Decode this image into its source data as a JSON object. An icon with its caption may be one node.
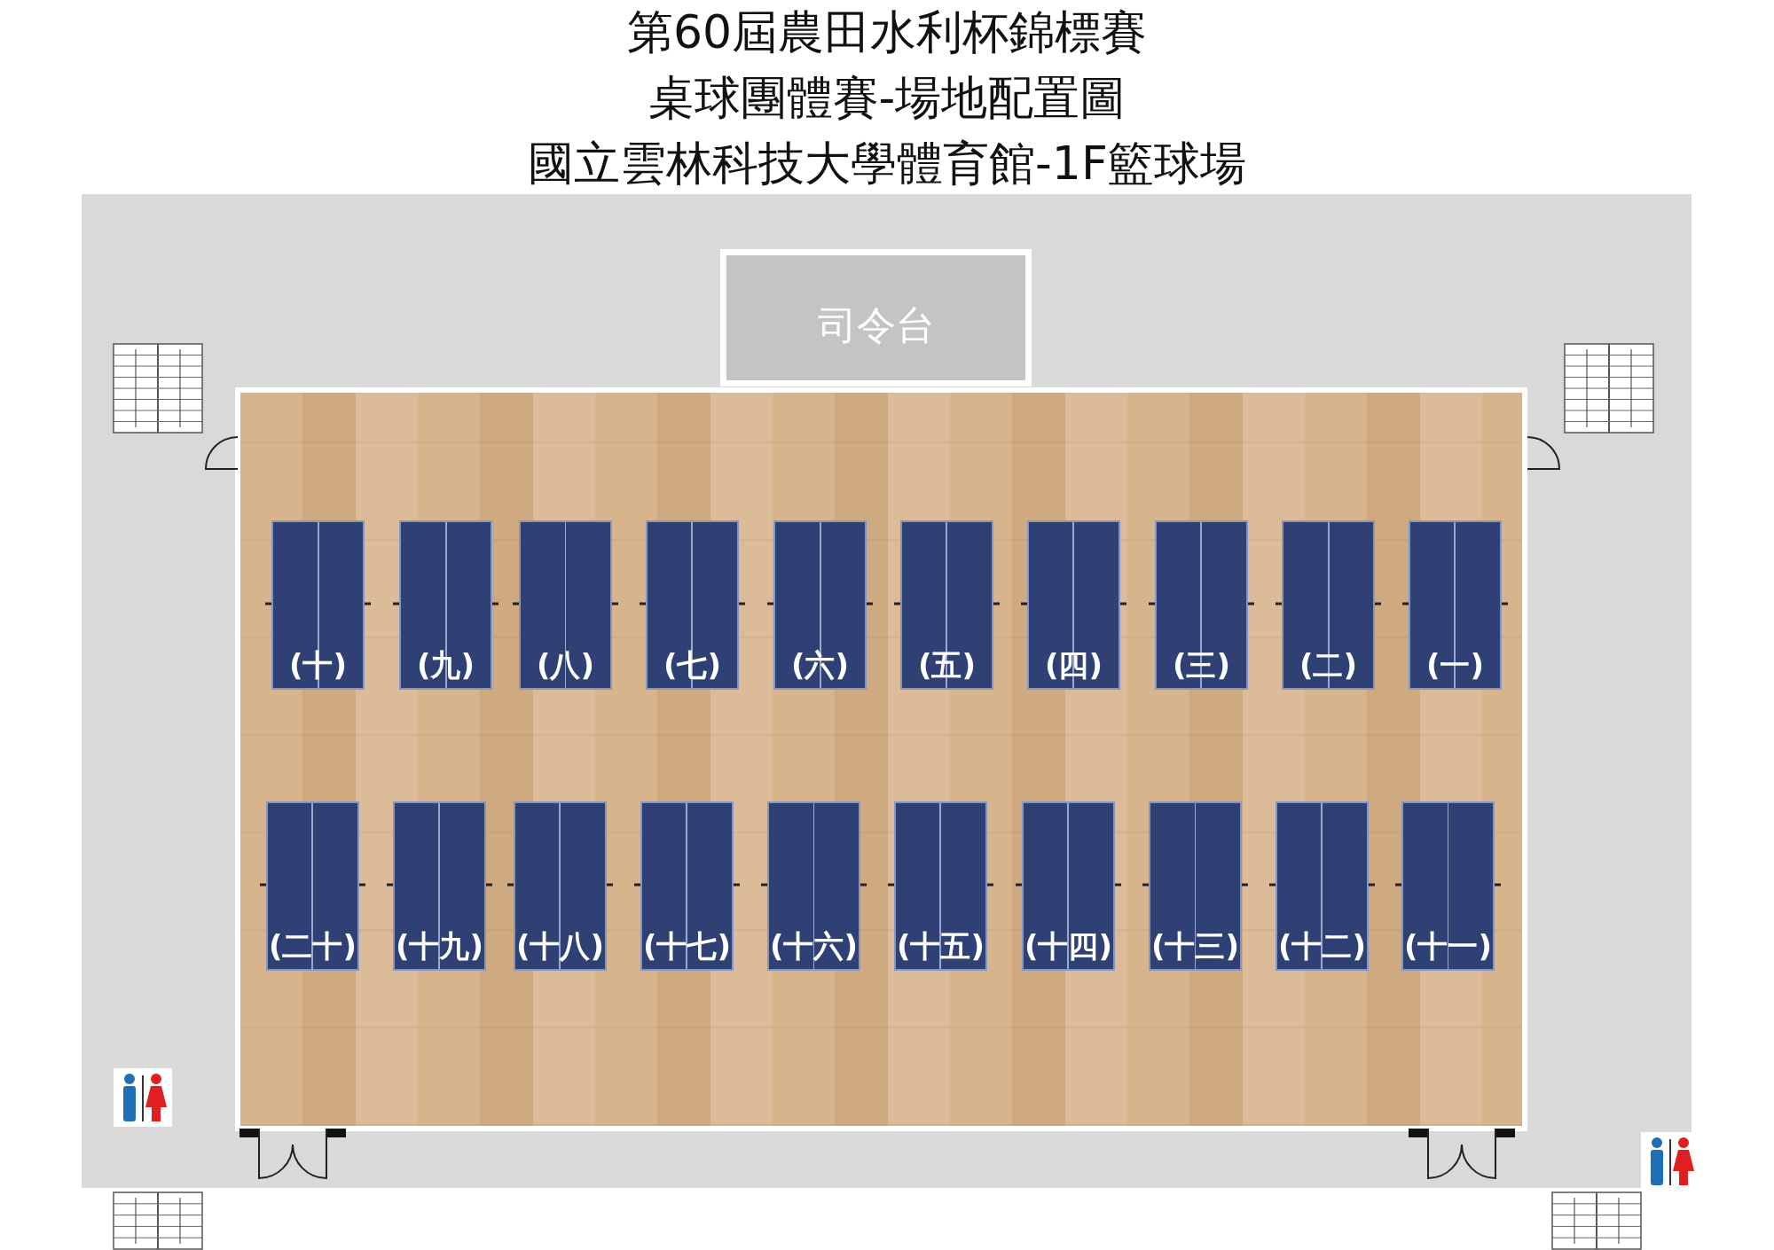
{
  "diagram": {
    "title": "第60屆農田水利杯錦標賽",
    "nodes": [
      {
        "text": [
          "司令台"
        ]
      },
      {
        "text": [
          "(十)"
        ]
      },
      {
        "text": [
          "(九)"
        ]
      },
      {
        "text": [
          "(八)"
        ]
      },
      {
        "text": [
          "(七)"
        ]
      },
      {
        "text": [
          "(六)"
        ]
      },
      {
        "text": [
          "(五)"
        ]
      },
      {
        "text": [
          "(四)"
        ]
      },
      {
        "text": [
          "(三)"
        ]
      },
      {
        "text": [
          "(二)"
        ]
      },
      {
        "text": [
          "(一)"
        ]
      },
      {
        "text": [
          "(二十)"
        ]
      },
      {
        "text": [
          "(十九)"
        ]
      },
      {
        "text": [
          "(十八)"
        ]
      },
      {
        "text": [
          "(十七)"
        ]
      },
      {
        "text": [
          "(十六)"
        ]
      },
      {
        "text": [
          "(十五)"
        ]
      },
      {
        "text": [
          "(十四)"
        ]
      },
      {
        "text": [
          "(十三)"
        ]
      },
      {
        "text": [
          "(十二)"
        ]
      },
      {
        "text": [
          "(十一)"
        ]
      }
    ],
    "edges": [],
    "labels": [
      "桌球團體賽-場地配置圖",
      "國立雲林科技大學體育館-1F籃球場"
    ]
  }
}
